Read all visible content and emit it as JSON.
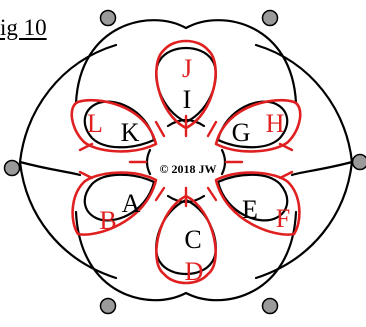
{
  "figure": {
    "label": "ig 10"
  },
  "copyright": "© 2018 JW",
  "letters": {
    "black": [
      "I",
      "K",
      "G",
      "A",
      "E",
      "C"
    ],
    "red": [
      "J",
      "L",
      "H",
      "B",
      "F",
      "D"
    ]
  },
  "colors": {
    "outline": "#000000",
    "accent": "#e02020",
    "node_fill": "#9a9a9a"
  }
}
